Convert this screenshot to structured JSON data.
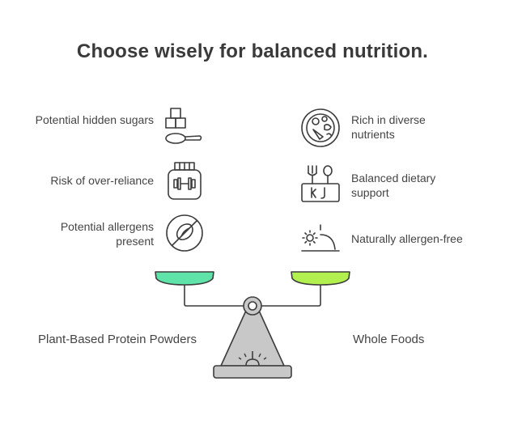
{
  "title": "Choose wisely for balanced nutrition.",
  "left": {
    "name": "Plant-Based Protein Powders",
    "pan_color": "#5fe3a9",
    "items": [
      {
        "label": "Potential hidden sugars",
        "icon": "sugar-cubes-spoon-icon"
      },
      {
        "label": "Risk of over-reliance",
        "icon": "protein-jar-icon"
      },
      {
        "label": "Potential allergens present",
        "icon": "no-allergen-icon"
      }
    ]
  },
  "right": {
    "name": "Whole Foods",
    "pan_color": "#b2f04f",
    "items": [
      {
        "label": "Rich in diverse nutrients",
        "icon": "plate-of-foods-icon"
      },
      {
        "label": "Balanced dietary support",
        "icon": "fork-spoon-kj-icon"
      },
      {
        "label": "Naturally allergen-free",
        "icon": "sunrise-icon"
      }
    ]
  },
  "line_color": "#3c3c3c",
  "scale_color": "#c8c8c8"
}
